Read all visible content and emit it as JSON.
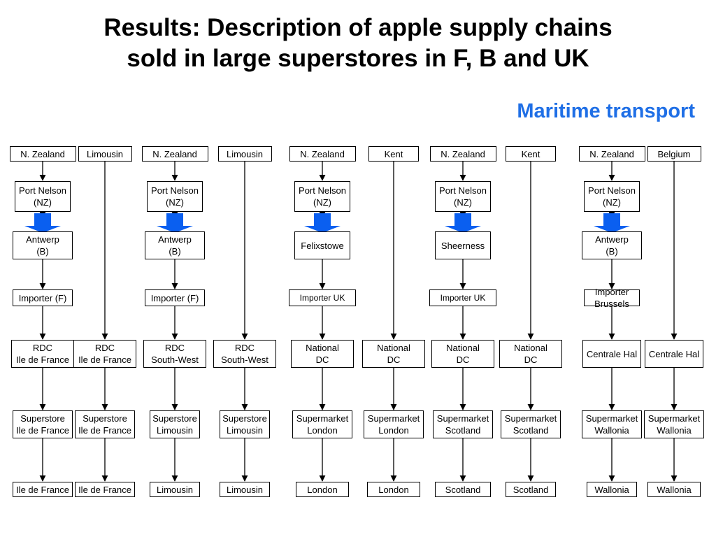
{
  "title_line1": "Results: Description of apple supply chains",
  "title_line2": "sold in large superstores in F, B and UK",
  "subtitle": "Maritime transport",
  "accent_color": "#1f6fe6",
  "ship_arrow_color": "#0a5ff0",
  "chains": [
    {
      "origin": "N. Zealand",
      "port": [
        "Port Nelson",
        "(NZ)"
      ],
      "transit": [
        "Antwerp",
        "(B)"
      ],
      "importer": [
        "Importer (F)"
      ],
      "dc": [
        "RDC",
        "Ile de France"
      ],
      "store": [
        "Superstore",
        "Ile de France"
      ],
      "market": "Ile de France"
    },
    {
      "origin": "Limousin",
      "dc": [
        "RDC",
        "Ile de France"
      ],
      "store": [
        "Superstore",
        "Ile de France"
      ],
      "market": "Ile de France"
    },
    {
      "origin": "N. Zealand",
      "port": [
        "Port Nelson",
        "(NZ)"
      ],
      "transit": [
        "Antwerp",
        "(B)"
      ],
      "importer": [
        "Importer (F)"
      ],
      "dc": [
        "RDC",
        "South-West"
      ],
      "store": [
        "Superstore",
        "Limousin"
      ],
      "market": "Limousin"
    },
    {
      "origin": "Limousin",
      "dc": [
        "RDC",
        "South-West"
      ],
      "store": [
        "Superstore",
        "Limousin"
      ],
      "market": "Limousin"
    },
    {
      "origin": "N. Zealand",
      "port": [
        "Port Nelson",
        "(NZ)"
      ],
      "transit": [
        "Felixstowe"
      ],
      "importer": [
        "Importer UK"
      ],
      "dc": [
        "National",
        "DC"
      ],
      "store": [
        "Supermarket",
        "London"
      ],
      "market": "London"
    },
    {
      "origin": "Kent",
      "dc": [
        "National",
        "DC"
      ],
      "store": [
        "Supermarket",
        "London"
      ],
      "market": "London"
    },
    {
      "origin": "N. Zealand",
      "port": [
        "Port Nelson",
        "(NZ)"
      ],
      "transit": [
        "Sheerness"
      ],
      "importer": [
        "Importer UK"
      ],
      "dc": [
        "National",
        "DC"
      ],
      "store": [
        "Supermarket",
        "Scotland"
      ],
      "market": "Scotland"
    },
    {
      "origin": "Kent",
      "dc": [
        "National",
        "DC"
      ],
      "store": [
        "Supermarket",
        "Scotland"
      ],
      "market": "Scotland"
    },
    {
      "origin": "N. Zealand",
      "port": [
        "Port Nelson",
        "(NZ)"
      ],
      "transit": [
        "Antwerp",
        "(B)"
      ],
      "importer": [
        "Importer",
        "Brussels"
      ],
      "dc": [
        "Centrale Hal"
      ],
      "store": [
        "Supermarket",
        "Wallonia"
      ],
      "market": "Wallonia"
    },
    {
      "origin": "Belgium",
      "dc": [
        "Centrale Hal"
      ],
      "store": [
        "Supermarket",
        "Wallonia"
      ],
      "market": "Wallonia"
    }
  ]
}
